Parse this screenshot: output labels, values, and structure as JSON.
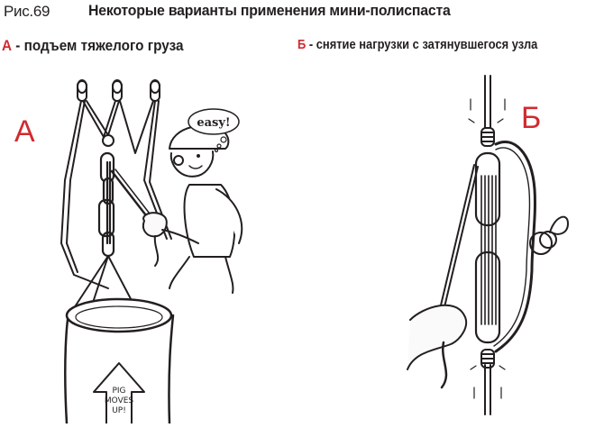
{
  "header": {
    "figure_number": "Рис.69",
    "title": "Некоторые варианты применения мини-полиспаста"
  },
  "panels": [
    {
      "letter": "А",
      "caption_dash": " - ",
      "caption_text": "подъем тяжелого груза",
      "big_label": "А",
      "speech_bubble": "easy!",
      "arrow_text_lines": [
        "PIG",
        "MOVES",
        "UP!"
      ]
    },
    {
      "letter": "Б",
      "caption_dash": " - ",
      "caption_text": "снятие нагрузки с затянувшегося узла",
      "big_label": "Б"
    }
  ],
  "colors": {
    "accent_red": "#d12a2f",
    "ink": "#231f20",
    "background": "#ffffff"
  }
}
